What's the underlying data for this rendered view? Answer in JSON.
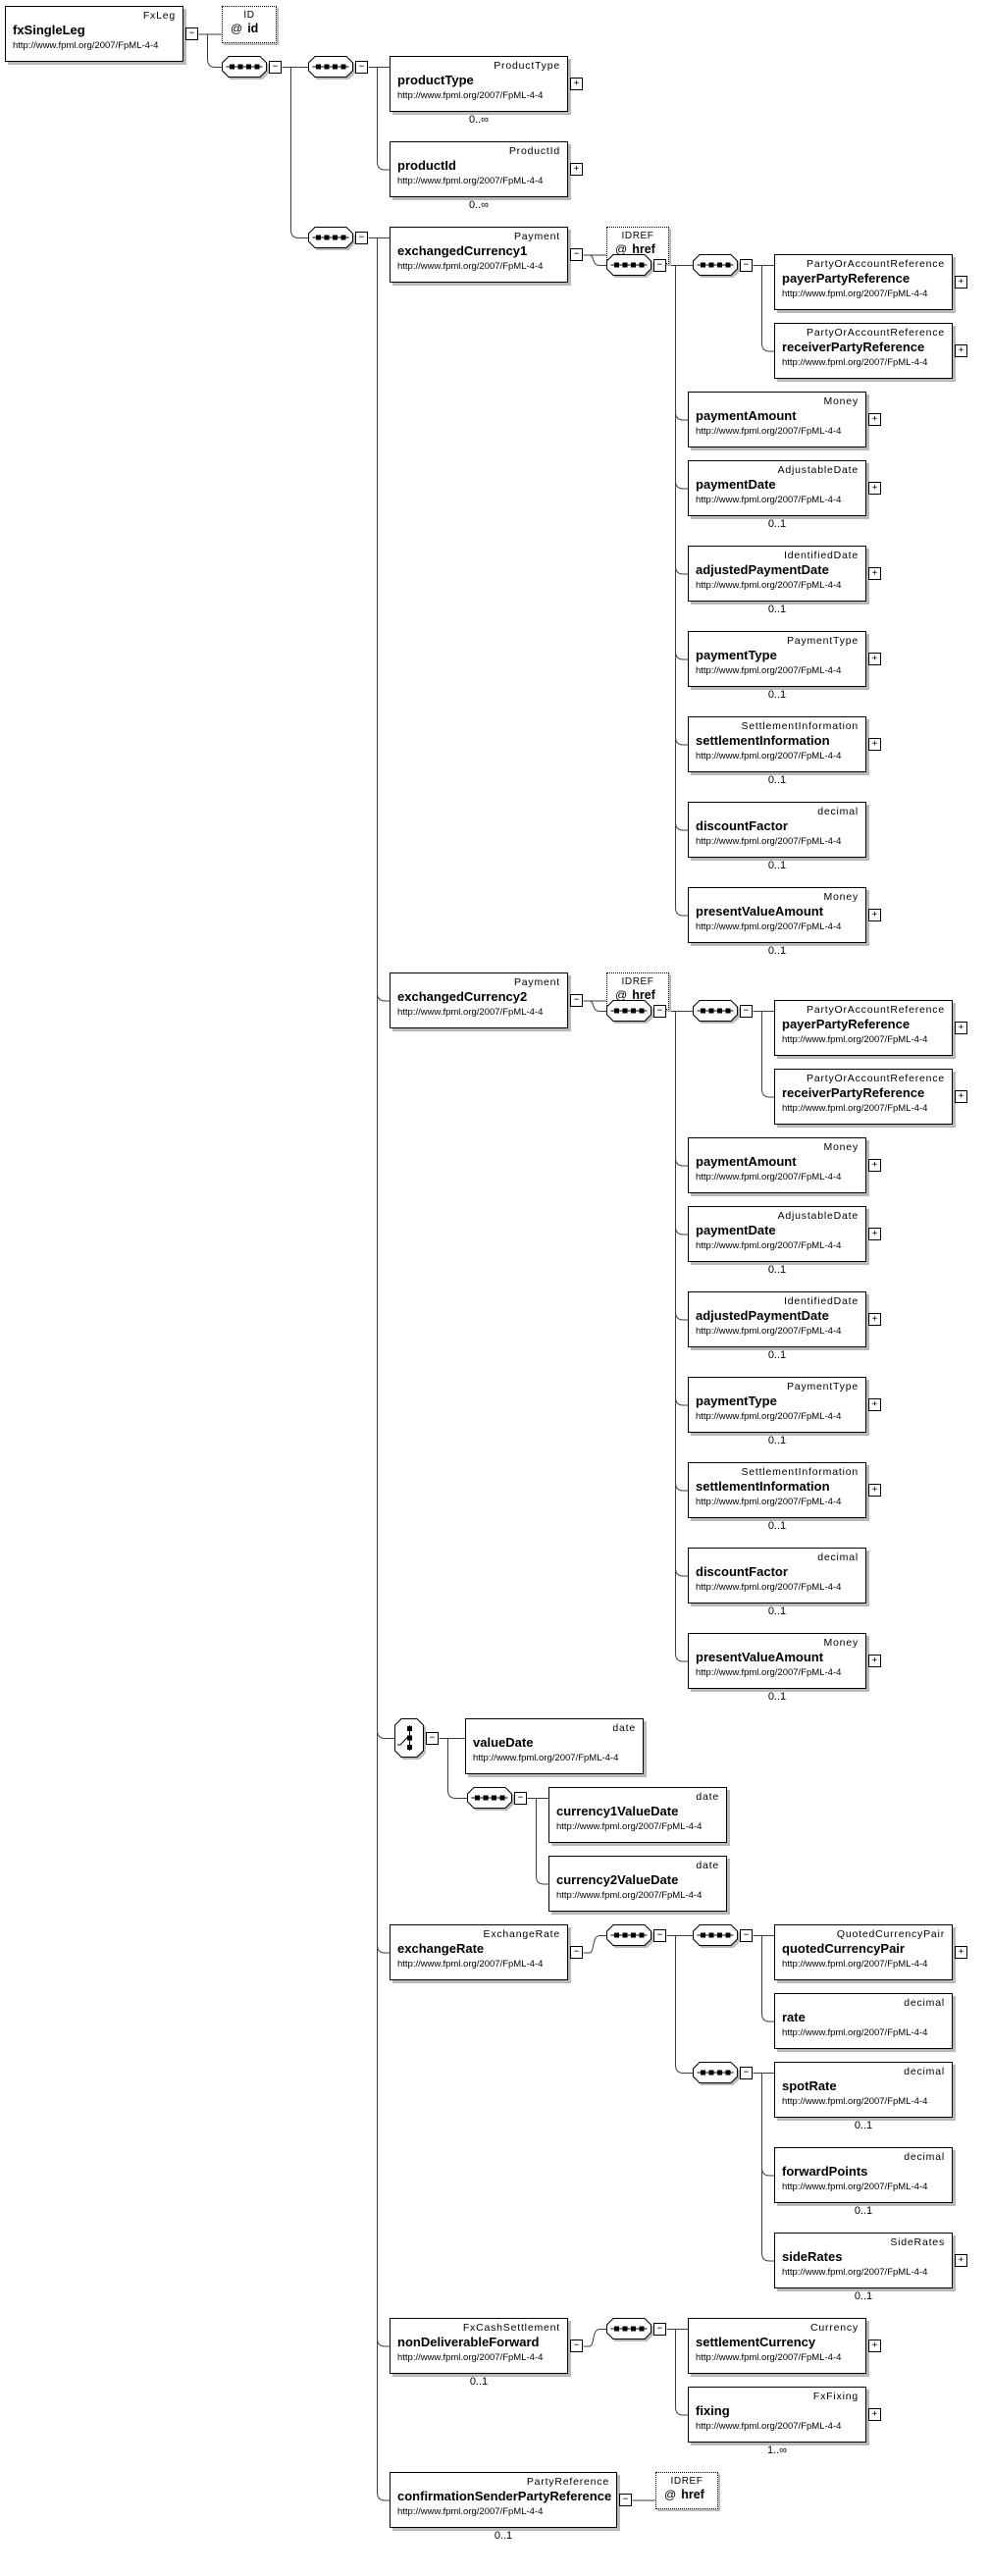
{
  "colors": {
    "border": "#000000",
    "shadow": "#b9b9b9",
    "line": "#3c3c3c",
    "text": "#000000"
  },
  "icons": {
    "expand": "+",
    "collapse": "−",
    "attribute_prefix": "@",
    "sequence-icon": "octagon with four squares on a line",
    "choice-icon": "octagon with switch selector"
  },
  "namespace": "http://www.fpml.org/2007/FpML-4-4",
  "schema": {
    "kind": "element",
    "name": "fxSingleLeg",
    "type": "FxLeg",
    "ns": "http://www.fpml.org/2007/FpML-4-4",
    "children": [
      {
        "kind": "attr",
        "name": "id",
        "type": "ID"
      },
      {
        "kind": "seq",
        "children": [
          {
            "kind": "seq",
            "children": [
              {
                "kind": "element",
                "name": "productType",
                "type": "ProductType",
                "ns": "http://www.fpml.org/2007/FpML-4-4",
                "occurs": "0..∞",
                "expandable": true
              },
              {
                "kind": "element",
                "name": "productId",
                "type": "ProductId",
                "ns": "http://www.fpml.org/2007/FpML-4-4",
                "occurs": "0..∞",
                "expandable": true
              }
            ]
          },
          {
            "kind": "seq",
            "children": [
              {
                "kind": "element",
                "name": "exchangedCurrency1",
                "type": "Payment",
                "ns": "http://www.fpml.org/2007/FpML-4-4",
                "children": [
                  {
                    "kind": "attr",
                    "name": "href",
                    "type": "IDREF"
                  },
                  {
                    "kind": "seq",
                    "children": [
                      {
                        "kind": "seq",
                        "children": [
                          {
                            "kind": "element",
                            "name": "payerPartyReference",
                            "type": "PartyOrAccountReference",
                            "ns": "http://www.fpml.org/2007/FpML-4-4",
                            "expandable": true
                          },
                          {
                            "kind": "element",
                            "name": "receiverPartyReference",
                            "type": "PartyOrAccountReference",
                            "ns": "http://www.fpml.org/2007/FpML-4-4",
                            "expandable": true
                          }
                        ]
                      },
                      {
                        "kind": "element",
                        "name": "paymentAmount",
                        "type": "Money",
                        "ns": "http://www.fpml.org/2007/FpML-4-4",
                        "expandable": true
                      },
                      {
                        "kind": "element",
                        "name": "paymentDate",
                        "type": "AdjustableDate",
                        "ns": "http://www.fpml.org/2007/FpML-4-4",
                        "occurs": "0..1",
                        "expandable": true
                      },
                      {
                        "kind": "element",
                        "name": "adjustedPaymentDate",
                        "type": "IdentifiedDate",
                        "ns": "http://www.fpml.org/2007/FpML-4-4",
                        "occurs": "0..1",
                        "expandable": true
                      },
                      {
                        "kind": "element",
                        "name": "paymentType",
                        "type": "PaymentType",
                        "ns": "http://www.fpml.org/2007/FpML-4-4",
                        "occurs": "0..1",
                        "expandable": true
                      },
                      {
                        "kind": "element",
                        "name": "settlementInformation",
                        "type": "SettlementInformation",
                        "ns": "http://www.fpml.org/2007/FpML-4-4",
                        "occurs": "0..1",
                        "expandable": true
                      },
                      {
                        "kind": "element",
                        "name": "discountFactor",
                        "type": "decimal",
                        "ns": "http://www.fpml.org/2007/FpML-4-4",
                        "occurs": "0..1"
                      },
                      {
                        "kind": "element",
                        "name": "presentValueAmount",
                        "type": "Money",
                        "ns": "http://www.fpml.org/2007/FpML-4-4",
                        "occurs": "0..1",
                        "expandable": true
                      }
                    ]
                  }
                ]
              },
              {
                "kind": "element",
                "name": "exchangedCurrency2",
                "type": "Payment",
                "ns": "http://www.fpml.org/2007/FpML-4-4",
                "children": [
                  {
                    "kind": "attr",
                    "name": "href",
                    "type": "IDREF"
                  },
                  {
                    "kind": "seq",
                    "children": [
                      {
                        "kind": "seq",
                        "children": [
                          {
                            "kind": "element",
                            "name": "payerPartyReference",
                            "type": "PartyOrAccountReference",
                            "ns": "http://www.fpml.org/2007/FpML-4-4",
                            "expandable": true
                          },
                          {
                            "kind": "element",
                            "name": "receiverPartyReference",
                            "type": "PartyOrAccountReference",
                            "ns": "http://www.fpml.org/2007/FpML-4-4",
                            "expandable": true
                          }
                        ]
                      },
                      {
                        "kind": "element",
                        "name": "paymentAmount",
                        "type": "Money",
                        "ns": "http://www.fpml.org/2007/FpML-4-4",
                        "expandable": true
                      },
                      {
                        "kind": "element",
                        "name": "paymentDate",
                        "type": "AdjustableDate",
                        "ns": "http://www.fpml.org/2007/FpML-4-4",
                        "occurs": "0..1",
                        "expandable": true
                      },
                      {
                        "kind": "element",
                        "name": "adjustedPaymentDate",
                        "type": "IdentifiedDate",
                        "ns": "http://www.fpml.org/2007/FpML-4-4",
                        "occurs": "0..1",
                        "expandable": true
                      },
                      {
                        "kind": "element",
                        "name": "paymentType",
                        "type": "PaymentType",
                        "ns": "http://www.fpml.org/2007/FpML-4-4",
                        "occurs": "0..1",
                        "expandable": true
                      },
                      {
                        "kind": "element",
                        "name": "settlementInformation",
                        "type": "SettlementInformation",
                        "ns": "http://www.fpml.org/2007/FpML-4-4",
                        "occurs": "0..1",
                        "expandable": true
                      },
                      {
                        "kind": "element",
                        "name": "discountFactor",
                        "type": "decimal",
                        "ns": "http://www.fpml.org/2007/FpML-4-4",
                        "occurs": "0..1"
                      },
                      {
                        "kind": "element",
                        "name": "presentValueAmount",
                        "type": "Money",
                        "ns": "http://www.fpml.org/2007/FpML-4-4",
                        "occurs": "0..1",
                        "expandable": true
                      }
                    ]
                  }
                ]
              },
              {
                "kind": "choice",
                "children": [
                  {
                    "kind": "element",
                    "name": "valueDate",
                    "type": "date",
                    "ns": "http://www.fpml.org/2007/FpML-4-4"
                  },
                  {
                    "kind": "seq",
                    "children": [
                      {
                        "kind": "element",
                        "name": "currency1ValueDate",
                        "type": "date",
                        "ns": "http://www.fpml.org/2007/FpML-4-4"
                      },
                      {
                        "kind": "element",
                        "name": "currency2ValueDate",
                        "type": "date",
                        "ns": "http://www.fpml.org/2007/FpML-4-4"
                      }
                    ]
                  }
                ]
              },
              {
                "kind": "element",
                "name": "exchangeRate",
                "type": "ExchangeRate",
                "ns": "http://www.fpml.org/2007/FpML-4-4",
                "children": [
                  {
                    "kind": "seq",
                    "children": [
                      {
                        "kind": "seq",
                        "children": [
                          {
                            "kind": "element",
                            "name": "quotedCurrencyPair",
                            "type": "QuotedCurrencyPair",
                            "ns": "http://www.fpml.org/2007/FpML-4-4",
                            "expandable": true
                          },
                          {
                            "kind": "element",
                            "name": "rate",
                            "type": "decimal",
                            "ns": "http://www.fpml.org/2007/FpML-4-4"
                          }
                        ]
                      },
                      {
                        "kind": "seq",
                        "children": [
                          {
                            "kind": "element",
                            "name": "spotRate",
                            "type": "decimal",
                            "ns": "http://www.fpml.org/2007/FpML-4-4",
                            "occurs": "0..1"
                          },
                          {
                            "kind": "element",
                            "name": "forwardPoints",
                            "type": "decimal",
                            "ns": "http://www.fpml.org/2007/FpML-4-4",
                            "occurs": "0..1"
                          },
                          {
                            "kind": "element",
                            "name": "sideRates",
                            "type": "SideRates",
                            "ns": "http://www.fpml.org/2007/FpML-4-4",
                            "occurs": "0..1",
                            "expandable": true
                          }
                        ]
                      }
                    ]
                  }
                ]
              },
              {
                "kind": "element",
                "name": "nonDeliverableForward",
                "type": "FxCashSettlement",
                "ns": "http://www.fpml.org/2007/FpML-4-4",
                "occurs": "0..1",
                "children": [
                  {
                    "kind": "seq",
                    "children": [
                      {
                        "kind": "element",
                        "name": "settlementCurrency",
                        "type": "Currency",
                        "ns": "http://www.fpml.org/2007/FpML-4-4",
                        "expandable": true
                      },
                      {
                        "kind": "element",
                        "name": "fixing",
                        "type": "FxFixing",
                        "ns": "http://www.fpml.org/2007/FpML-4-4",
                        "occurs": "1..∞",
                        "expandable": true
                      }
                    ]
                  }
                ]
              },
              {
                "kind": "element",
                "name": "confirmationSenderPartyReference",
                "type": "PartyReference",
                "ns": "http://www.fpml.org/2007/FpML-4-4",
                "occurs": "0..1",
                "children": [
                  {
                    "kind": "attr",
                    "name": "href",
                    "type": "IDREF"
                  }
                ]
              }
            ]
          }
        ]
      }
    ]
  }
}
